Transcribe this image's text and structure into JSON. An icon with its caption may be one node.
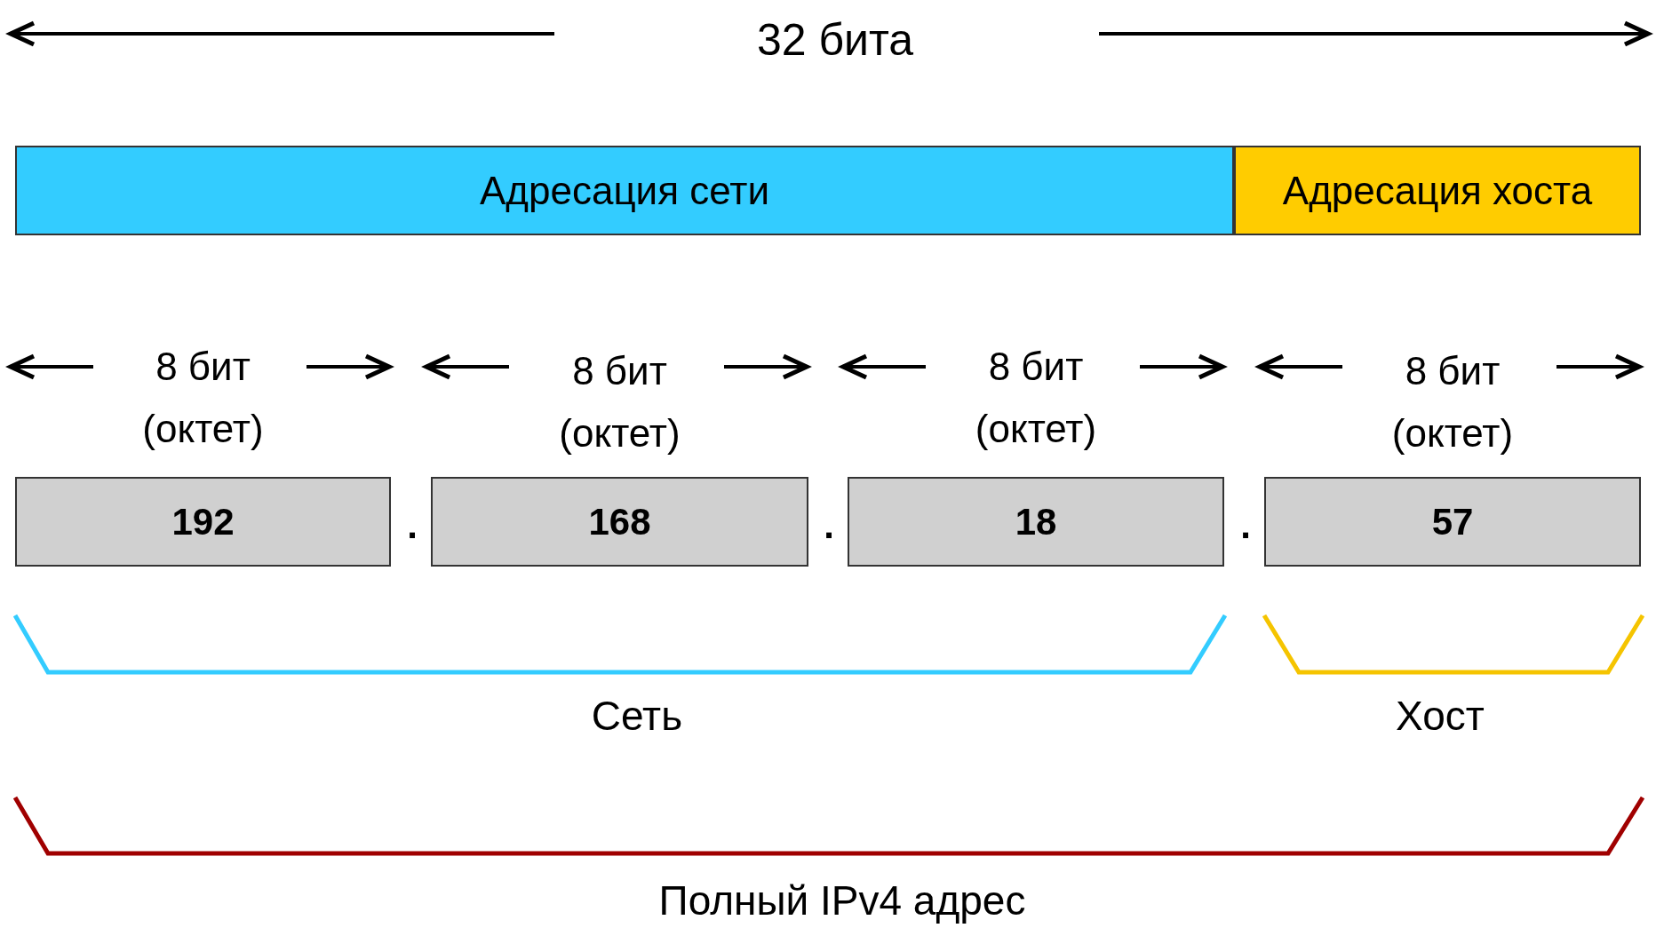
{
  "diagram": {
    "nodes": [
      {
        "text": [
          "Адресация сети"
        ]
      },
      {
        "text": [
          "Адресация хоста"
        ]
      },
      {
        "text": [
          "192"
        ],
        "beside": [
          "8 бит (октет)"
        ]
      },
      {
        "text": [
          "168"
        ],
        "beside": [
          "8 бит (октет)"
        ]
      },
      {
        "text": [
          "18"
        ],
        "beside": [
          "8 бит (октет)"
        ]
      },
      {
        "text": [
          "57"
        ],
        "beside": [
          "8 бит (октет)"
        ]
      }
    ],
    "labels": [
      "32 бита",
      ".",
      ".",
      ".",
      "Сеть",
      "Хост",
      "Полный IPv4 адрес"
    ]
  }
}
